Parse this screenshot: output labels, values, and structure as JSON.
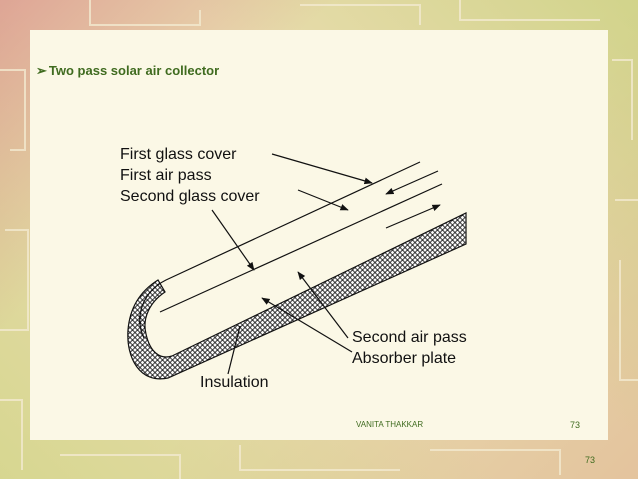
{
  "slide": {
    "title_bullet": "➢",
    "title": "Two pass solar air collector"
  },
  "diagram": {
    "labels": {
      "first_glass_cover": "First glass cover",
      "first_air_pass": "First air pass",
      "second_glass_cover": "Second glass cover",
      "second_air_pass": "Second air pass",
      "absorber_plate": "Absorber plate",
      "insulation": "Insulation"
    }
  },
  "footer": {
    "author": "VANITA THAKKAR",
    "slide_number": "73"
  },
  "page_number": "73",
  "colors": {
    "accent": "#3f6b1f",
    "card": "#fbf8e6"
  }
}
